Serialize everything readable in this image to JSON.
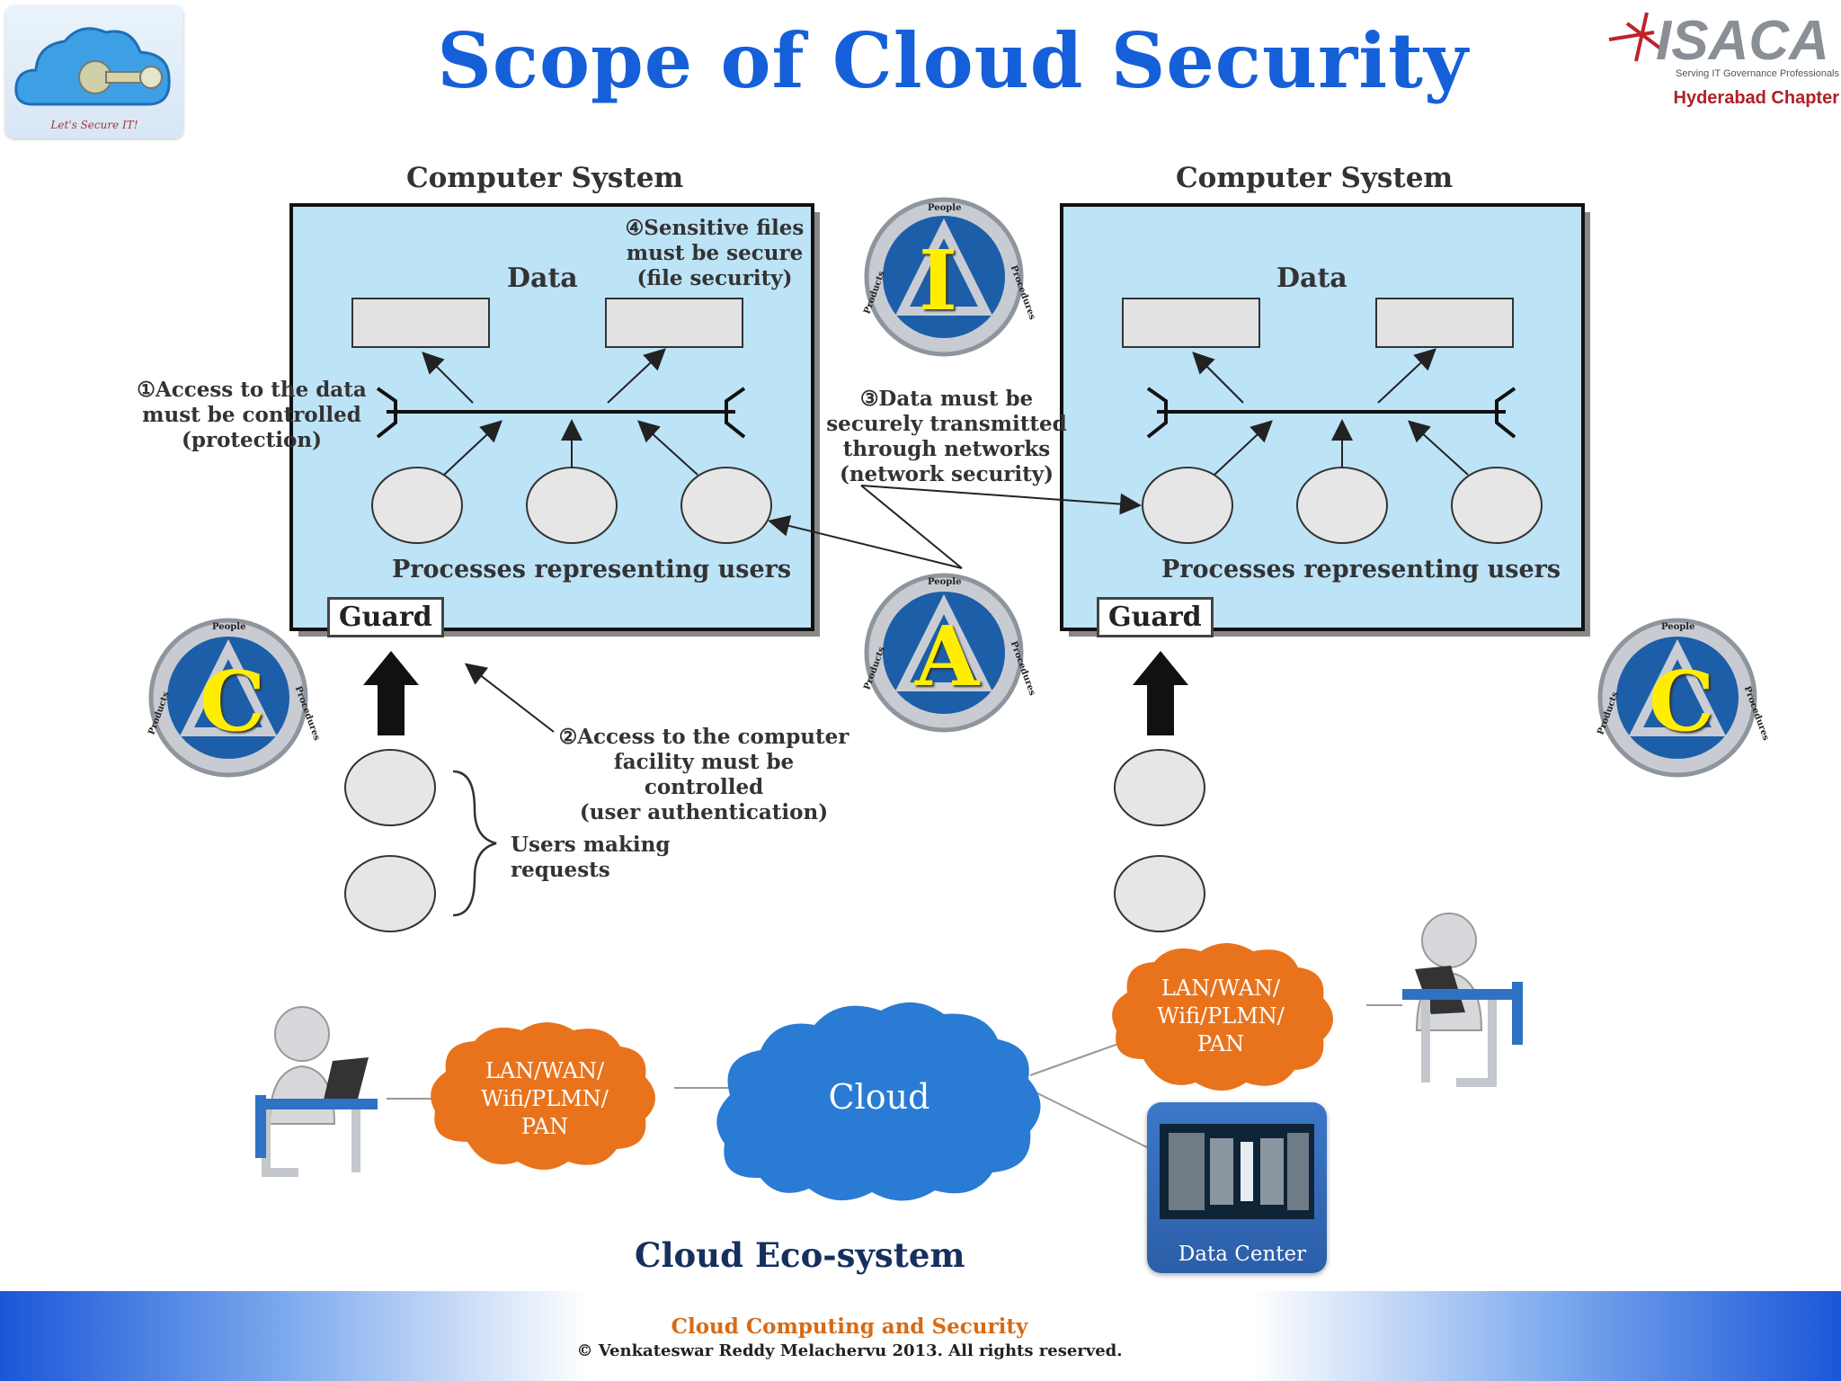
{
  "title": "Scope of Cloud Security",
  "logo_left": {
    "icon": "cloud-key-icon",
    "tagline": "Let's Secure IT!"
  },
  "logo_right": {
    "brand": "ISACA",
    "tagline": "Serving IT Governance Professionals",
    "chapter": "Hyderabad Chapter"
  },
  "systems": [
    {
      "title": "Computer System",
      "data_label": "Data",
      "process_label": "Processes representing users",
      "guard": "Guard"
    },
    {
      "title": "Computer System",
      "data_label": "Data",
      "process_label": "Processes representing users",
      "guard": "Guard"
    }
  ],
  "notes": {
    "n1": [
      "①Access to the data",
      "must be controlled",
      "(protection)"
    ],
    "n2": [
      "②Access to the computer",
      "facility must be controlled",
      "(user authentication)"
    ],
    "n3": [
      "③Data must be",
      "securely transmitted",
      "through networks",
      "(network security)"
    ],
    "n4": [
      "④Sensitive files",
      "must be secure",
      "(file security)"
    ]
  },
  "users_label": "Users making requests",
  "cia_badges": [
    {
      "letter": "I",
      "ring": [
        "People",
        "Products",
        "Procedures"
      ]
    },
    {
      "letter": "A",
      "ring": [
        "People",
        "Products",
        "Procedures"
      ]
    },
    {
      "letter": "C",
      "ring": [
        "People",
        "Products",
        "Procedures"
      ]
    },
    {
      "letter": "C",
      "ring": [
        "People",
        "Products",
        "Procedures"
      ]
    }
  ],
  "eco": {
    "network_left": [
      "LAN/WAN/",
      "Wifi/PLMN/",
      "PAN"
    ],
    "network_right": [
      "LAN/WAN/",
      "Wifi/PLMN/",
      "PAN"
    ],
    "cloud": "Cloud",
    "data_center": "Data Center",
    "caption": "Cloud Eco-system"
  },
  "footer": {
    "line1": "Cloud Computing and Security",
    "line2": "©  Venkateswar Reddy Melachervu 2013. All rights reserved."
  },
  "colors": {
    "title": "#1560d8",
    "box": "#bde3f7",
    "network_cloud": "#e8731c",
    "cloud": "#2a7bd4",
    "footer_text": "#d86a14"
  }
}
